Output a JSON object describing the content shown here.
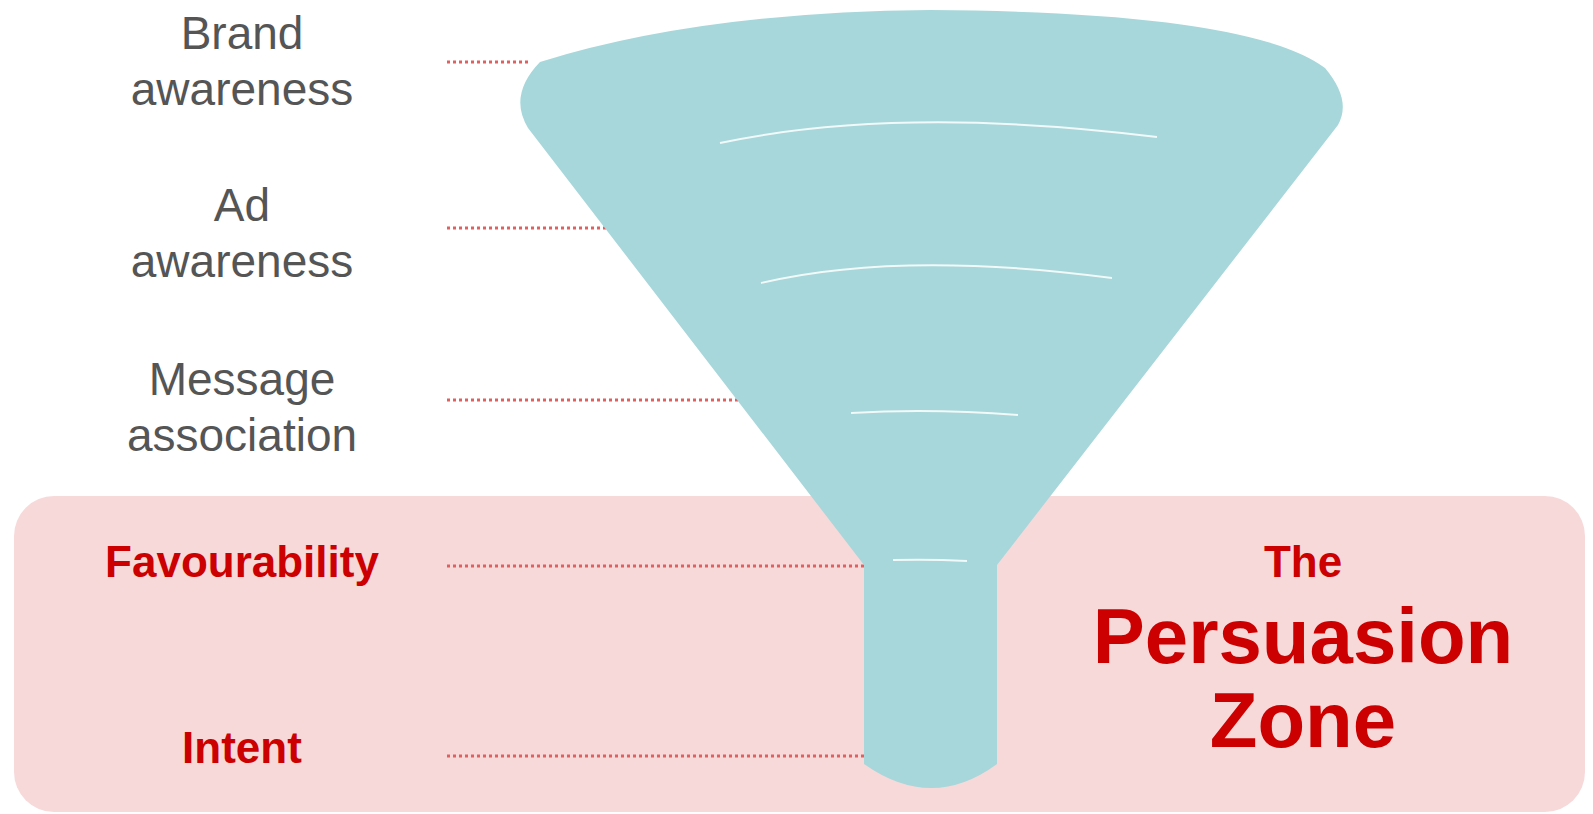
{
  "diagram": {
    "nodes": [
      {
        "text": [
          "Favourability",
          "Intent",
          "The",
          "Persuasion Zone"
        ]
      }
    ],
    "labels": [
      "Brand awareness",
      "Ad awareness",
      "Message association"
    ]
  }
}
